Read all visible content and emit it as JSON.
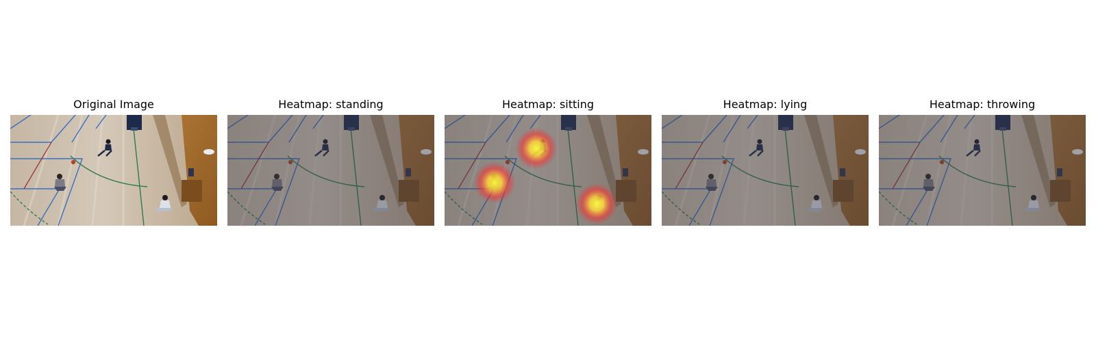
{
  "panels": [
    {
      "title": "Original Image",
      "image": "original",
      "dimmed": false,
      "hotspots": []
    },
    {
      "title": "Heatmap: standing",
      "image": "heatmap",
      "dimmed": true,
      "hotspots": []
    },
    {
      "title": "Heatmap: sitting",
      "image": "heatmap",
      "dimmed": true,
      "hotspots": [
        "person-upper-middle",
        "person-left",
        "person-lower-right"
      ]
    },
    {
      "title": "Heatmap: lying",
      "image": "heatmap",
      "dimmed": true,
      "hotspots": []
    },
    {
      "title": "Heatmap: throwing",
      "image": "heatmap",
      "dimmed": true,
      "hotspots": []
    }
  ],
  "colors": {
    "floor_light": "#c8b9a6",
    "floor_mid": "#b8a58d",
    "wall_wood": "#a06a2c",
    "court_line_blue": "#3a6fc0",
    "court_line_green": "#2f7a4a",
    "court_line_red": "#9c3b3b",
    "heat_core": "#f7ff3a",
    "heat_outer": "#ff2a2a"
  }
}
